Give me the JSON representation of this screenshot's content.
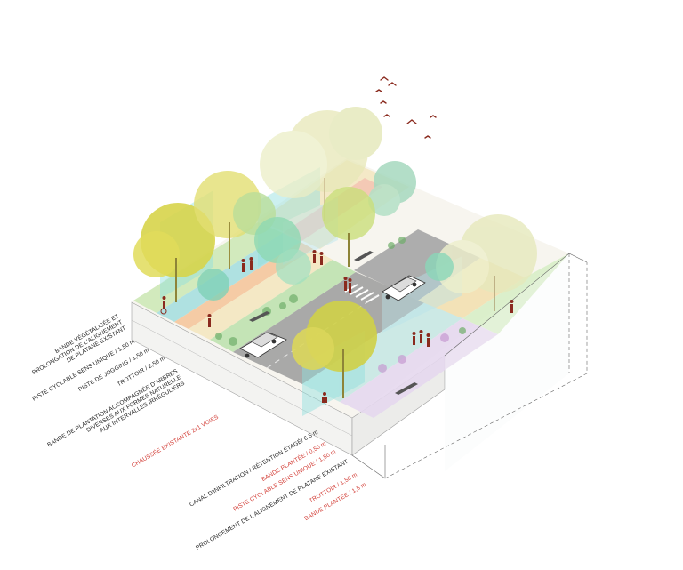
{
  "colors": {
    "label_dark": "#1d1d1d",
    "label_red": "#d23b34",
    "figure": "#8a2a1e",
    "asphalt": "#9a9a9a",
    "tree_yellow": "#d6d84a",
    "tree_green": "#a9d6a4",
    "glass_cyan": "#8fe0de",
    "path_orange": "#f3c9a0",
    "slab_side": "#f2f2f0"
  },
  "labels_left": [
    {
      "lines": [
        "BANDE VÉGÉTALISÉE  ET",
        "PROLONGATION DE L'ALIGNEMENT",
        "DE PLATANE EXISTANT"
      ],
      "tone": "dark"
    },
    {
      "lines": [
        "PISTE CYCLABLE SENS UNIQUE / 1,50 m"
      ],
      "tone": "dark"
    },
    {
      "lines": [
        "PISTE DE JOGGING / 1,50 m"
      ],
      "tone": "dark"
    },
    {
      "lines": [
        "TROTTOIR / 2,50 m"
      ],
      "tone": "dark"
    },
    {
      "lines": [
        "BANDE DE PLANTATION ACCOMPAGNÉE D'ARBRES",
        "DIVERSES AUX FORMES NATURELLE",
        "AUX INTERVALLES IRRÉGULIERS"
      ],
      "tone": "dark"
    },
    {
      "lines": [
        "CHAUSSÉE EXISTANTE 2x1 VOIES"
      ],
      "tone": "red"
    }
  ],
  "labels_bottom": [
    {
      "lines": [
        "CANAL D'INFILTRATION / RÉTENTION ÉTAGÉ/ 6,5 m"
      ],
      "tone": "dark"
    },
    {
      "lines": [
        "BANDE PLANTÉE / 0,50 m"
      ],
      "tone": "red"
    },
    {
      "lines": [
        "PISTE CYCLABLE SENS UNIQUE / 1,50 m"
      ],
      "tone": "red"
    },
    {
      "lines": [
        "PROLONGEMENT DE L'ALIGNEMENT DE PLATANE EXISTANT"
      ],
      "tone": "dark"
    },
    {
      "lines": [
        "TROTTOIR / 1,50 m"
      ],
      "tone": "red"
    },
    {
      "lines": [
        "BANDE PLANTÉE / 1,5 m"
      ],
      "tone": "red"
    }
  ]
}
